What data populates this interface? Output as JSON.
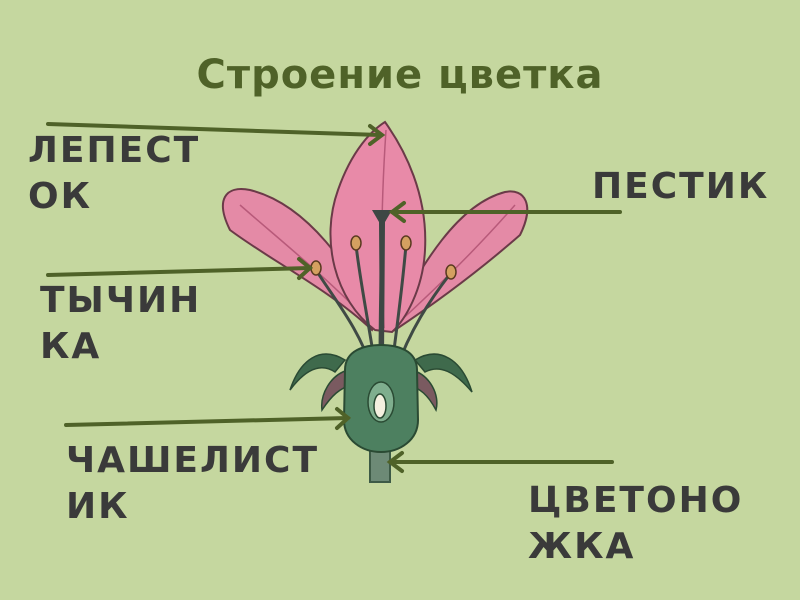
{
  "title": "Строение цветка",
  "labels": {
    "petal": {
      "line1": "ЛЕПЕСТ",
      "line2": "ОК"
    },
    "pistil": {
      "line1": "ПЕСТИК"
    },
    "stamen": {
      "line1": "ТЫЧИН",
      "line2": "КА"
    },
    "sepal": {
      "line1": "ЧАШЕЛИСТ",
      "line2": "ИК"
    },
    "stalk": {
      "line1": "ЦВЕТОНО",
      "line2": "ЖКА"
    }
  },
  "colors": {
    "background": "#c5d79f",
    "title": "#4f6228",
    "arrow": "#4f6228",
    "petal": "#e07a9a",
    "sepal": "#3f6a4c"
  }
}
